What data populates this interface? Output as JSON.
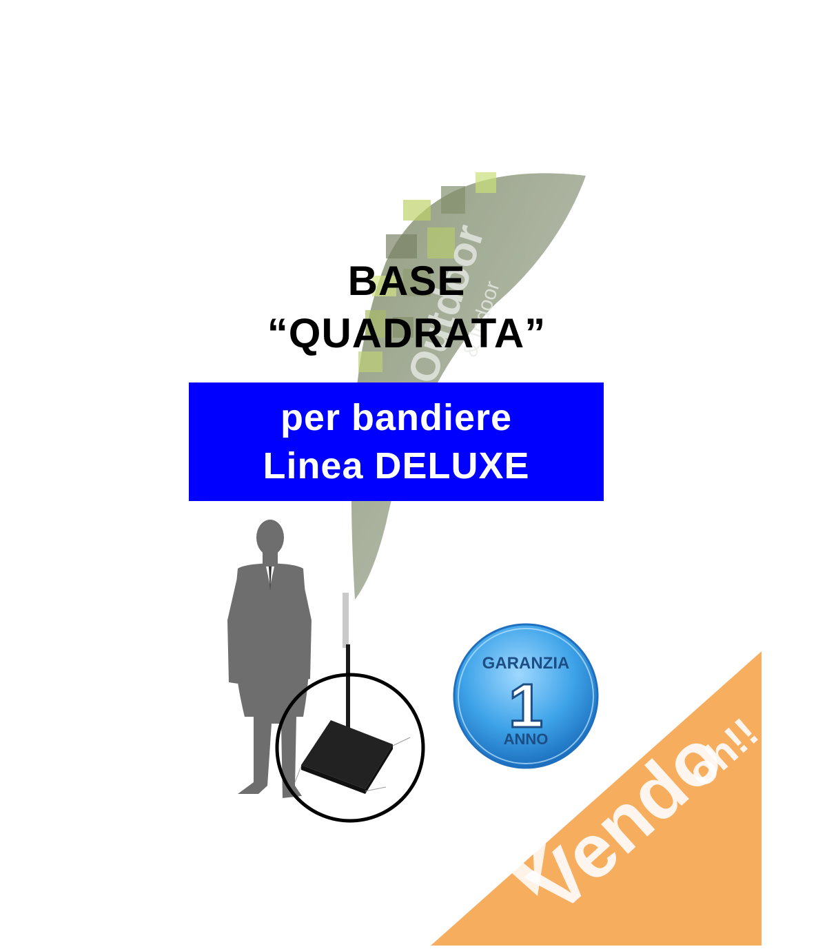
{
  "headline": {
    "line1": "BASE",
    "line2": "“QUADRATA”"
  },
  "banner": {
    "line1": "per bandiere",
    "line2": "Linea DELUXE",
    "color": "#0000ff"
  },
  "flag": {
    "print_text": "Outdoor",
    "print_subtext": "& Indoor",
    "color": "#8e9a8a"
  },
  "warranty_badge": {
    "top": "GARANZIA",
    "number": "1",
    "bottom": "ANNO",
    "color": "#3ea3e8"
  },
  "watermark": {
    "brand": "Vendo",
    "suffix": "oh!!",
    "color": "#f6a54d"
  },
  "highlight_circle": {
    "color": "#000000"
  }
}
